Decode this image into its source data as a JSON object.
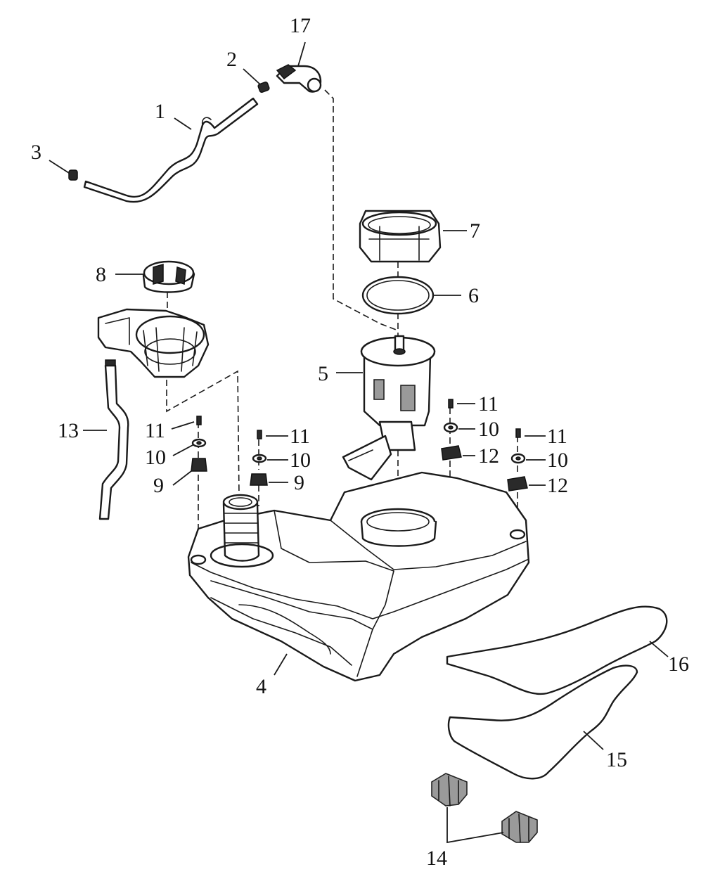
{
  "callouts": [
    {
      "id": "c1",
      "label": "1"
    },
    {
      "id": "c2",
      "label": "2"
    },
    {
      "id": "c3",
      "label": "3"
    },
    {
      "id": "c4",
      "label": "4"
    },
    {
      "id": "c5",
      "label": "5"
    },
    {
      "id": "c6",
      "label": "6"
    },
    {
      "id": "c7",
      "label": "7"
    },
    {
      "id": "c8",
      "label": "8"
    },
    {
      "id": "c9a",
      "label": "9"
    },
    {
      "id": "c9b",
      "label": "9"
    },
    {
      "id": "c10a",
      "label": "10"
    },
    {
      "id": "c10b",
      "label": "10"
    },
    {
      "id": "c10c",
      "label": "10"
    },
    {
      "id": "c10d",
      "label": "10"
    },
    {
      "id": "c11a",
      "label": "11"
    },
    {
      "id": "c11b",
      "label": "11"
    },
    {
      "id": "c11c",
      "label": "11"
    },
    {
      "id": "c11d",
      "label": "11"
    },
    {
      "id": "c12a",
      "label": "12"
    },
    {
      "id": "c12b",
      "label": "12"
    },
    {
      "id": "c13",
      "label": "13"
    },
    {
      "id": "c14",
      "label": "14"
    },
    {
      "id": "c15",
      "label": "15"
    },
    {
      "id": "c16",
      "label": "16"
    },
    {
      "id": "c17",
      "label": "17"
    }
  ]
}
